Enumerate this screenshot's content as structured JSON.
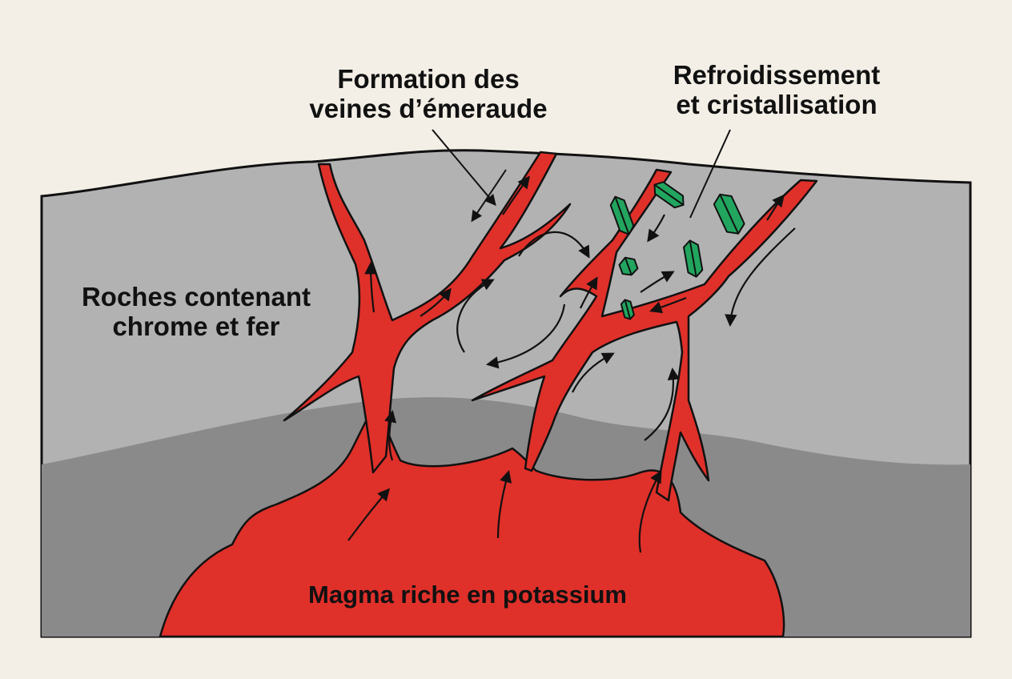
{
  "labels": {
    "veins": [
      "Formation des",
      "veines d’émeraude"
    ],
    "cooling": [
      "Refroidissement",
      "et cristallisation"
    ],
    "rocks": [
      "Roches contenant",
      "chrome et fer"
    ],
    "magma": "Magma riche en potassium"
  },
  "colors": {
    "background": "#f3efe6",
    "upper_rock": "#b2b2b2",
    "lower_rock": "#8a8a8a",
    "magma": "#e0302a",
    "emerald": "#22a55e",
    "outline": "#111111"
  },
  "icons": [
    "emerald-crystal-icon",
    "flow-arrow-icon"
  ]
}
